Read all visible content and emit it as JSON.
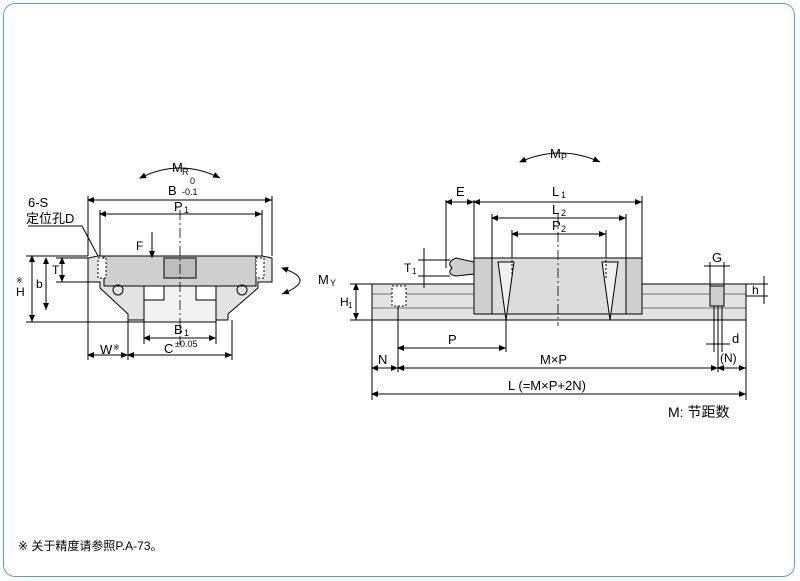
{
  "front_view": {
    "moment_roll": "M",
    "moment_roll_sub": "R",
    "moment_yaw": "M",
    "moment_yaw_sub": "Y",
    "dim_b": "B",
    "tol_b_upper": "0",
    "tol_b_lower": "-0.1",
    "dim_p1": "P",
    "dim_p1_sub": "1",
    "hole_spec_line1": "6-S",
    "hole_spec_line2": "定位孔D",
    "dim_f": "F",
    "dim_t": "T",
    "dim_b_small": "b",
    "dim_h": "H",
    "mark": "※",
    "dim_b1": "B",
    "dim_b1_sub": "1",
    "dim_c": "C",
    "tol_c": "±0.05",
    "dim_w": "W"
  },
  "side_view": {
    "moment_pitch": "M",
    "moment_pitch_sub": "P",
    "dim_e": "E",
    "dim_l1": "L",
    "dim_l1_sub": "1",
    "dim_l2": "L",
    "dim_l2_sub": "2",
    "dim_p2": "P",
    "dim_p2_sub": "2",
    "dim_t1": "T",
    "dim_t1_sub": "1",
    "dim_h1": "H",
    "dim_h1_sub": "1",
    "dim_g": "G",
    "dim_h_small": "h",
    "dim_d": "d",
    "dim_n_paren": "(N)",
    "dim_n": "N",
    "dim_p": "P",
    "dim_mxp": "M×P",
    "dim_l_total": "L (=M×P+2N)"
  },
  "legend": "M: 节距数",
  "footnote": "※ 关于精度请参照P.A-73。"
}
